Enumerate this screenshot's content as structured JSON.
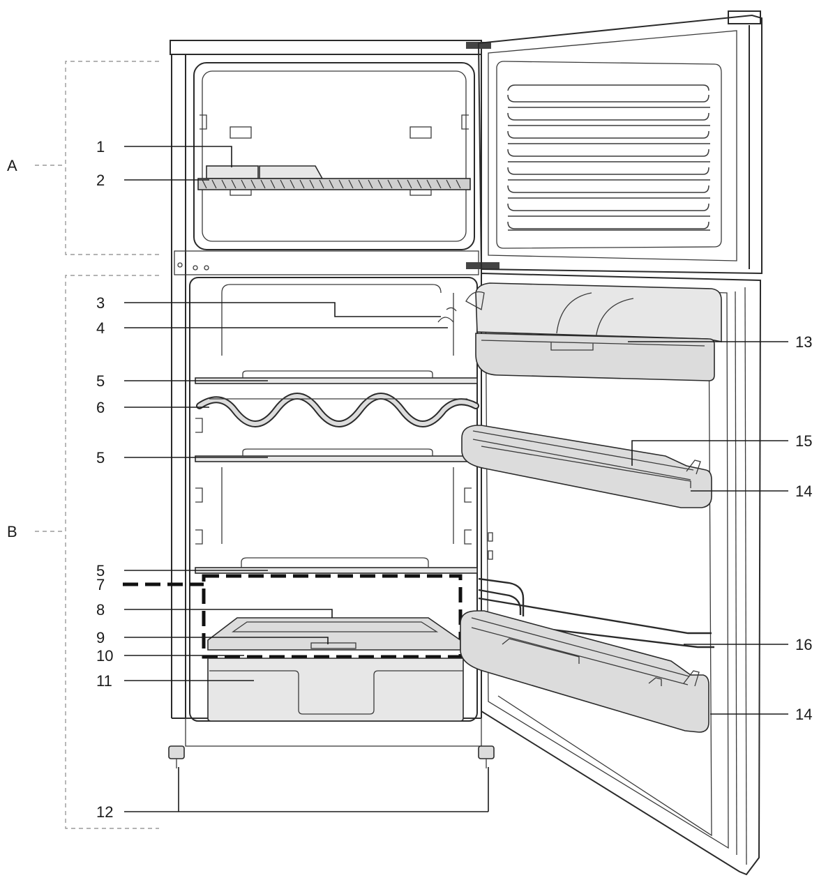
{
  "zones": [
    {
      "id": "A",
      "label": "A"
    },
    {
      "id": "B",
      "label": "B"
    }
  ],
  "callouts": [
    {
      "key": "c1",
      "label": "1"
    },
    {
      "key": "c2",
      "label": "2"
    },
    {
      "key": "c3",
      "label": "3"
    },
    {
      "key": "c4",
      "label": "4"
    },
    {
      "key": "c5a",
      "label": "5"
    },
    {
      "key": "c6",
      "label": "6"
    },
    {
      "key": "c5b",
      "label": "5"
    },
    {
      "key": "c5c",
      "label": "5"
    },
    {
      "key": "c7",
      "label": "7"
    },
    {
      "key": "c8",
      "label": "8"
    },
    {
      "key": "c9",
      "label": "9"
    },
    {
      "key": "c10",
      "label": "10"
    },
    {
      "key": "c11",
      "label": "11"
    },
    {
      "key": "c12",
      "label": "12"
    },
    {
      "key": "c13",
      "label": "13"
    },
    {
      "key": "c15",
      "label": "15"
    },
    {
      "key": "c14a",
      "label": "14"
    },
    {
      "key": "c16",
      "label": "16"
    },
    {
      "key": "c14b",
      "label": "14"
    }
  ]
}
